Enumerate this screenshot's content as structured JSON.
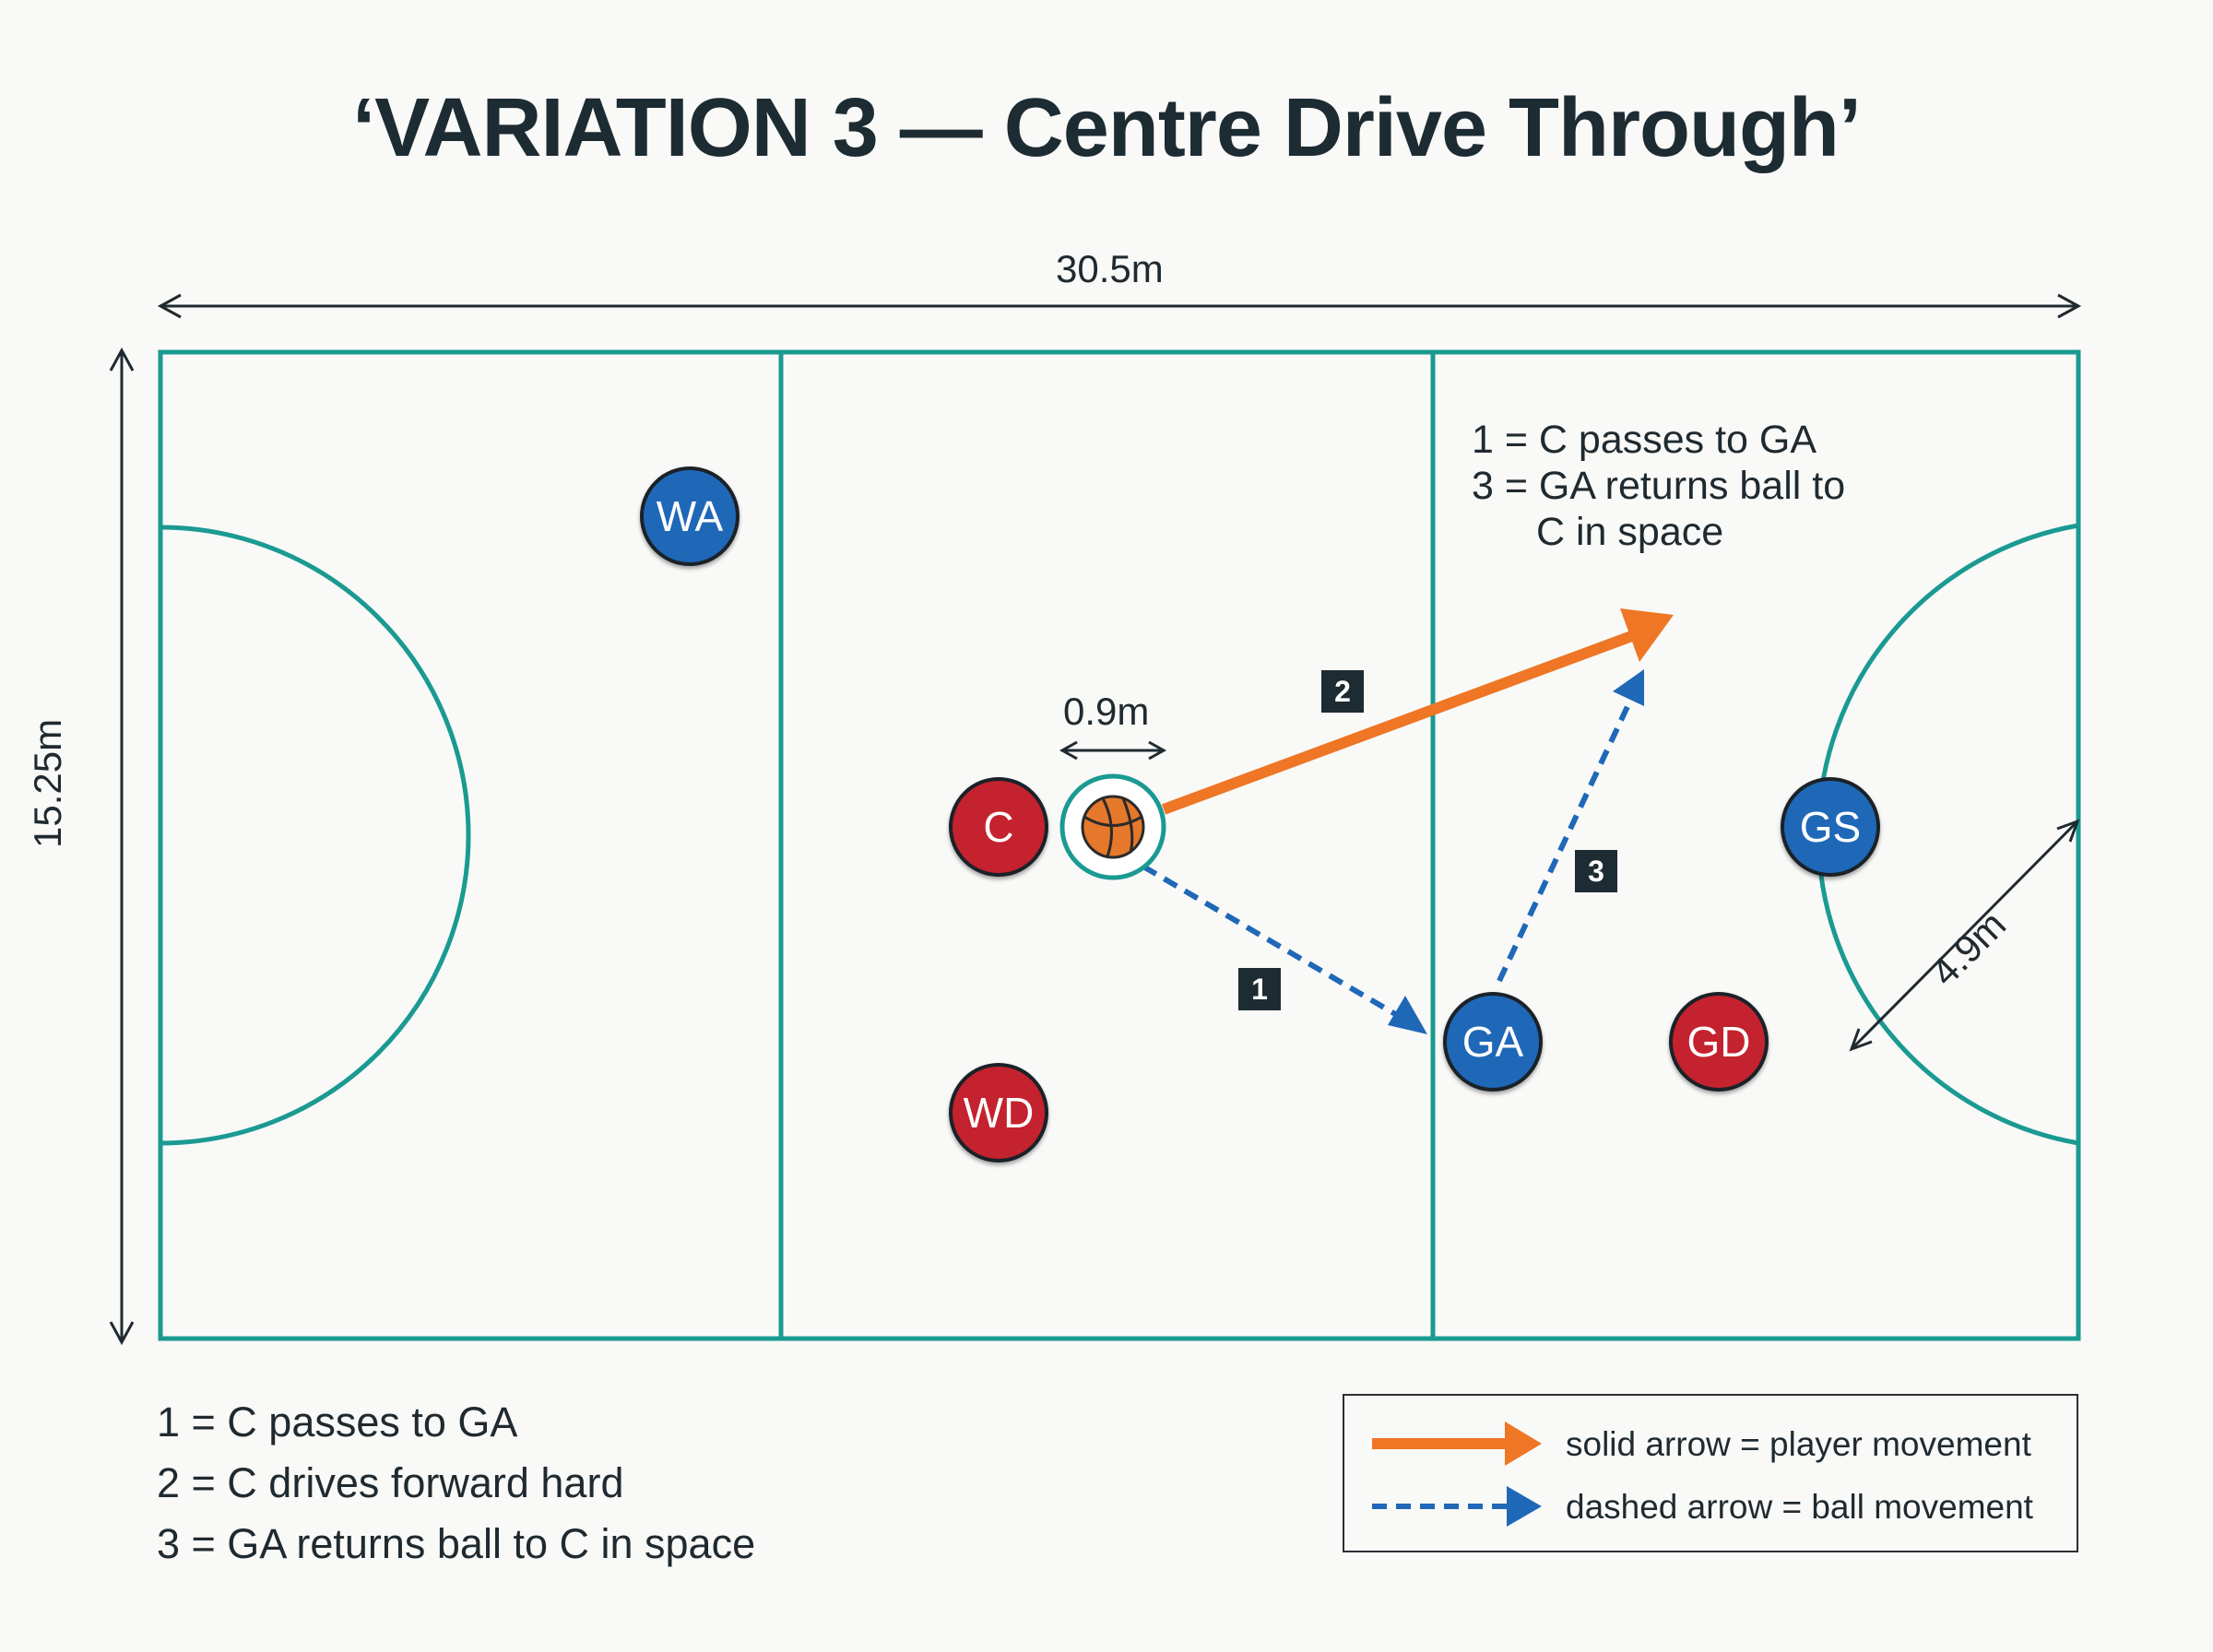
{
  "title": "‘VARIATION 3 — Centre Drive Through’",
  "dimensions": {
    "width": "30.5m",
    "height": "15.25m",
    "centre_circle": "0.9m",
    "shooting_circle_radius": "4.9m"
  },
  "players": {
    "wa": "WA",
    "c": "C",
    "wd": "WD",
    "ga": "GA",
    "gd": "GD",
    "gs": "GS"
  },
  "steps": {
    "one": "1",
    "two": "2",
    "three": "3"
  },
  "court_annotation": {
    "line1": "1 = C passes to GA",
    "line2": "3 = GA returns ball to",
    "line3": "C in space"
  },
  "bottom_notes": [
    "1 = C passes to GA",
    "2 = C drives forward hard",
    "3 = GA returns ball to C in space"
  ],
  "legend": {
    "solid": "solid arrow = player movement",
    "dashed": "dashed arrow = ball movement"
  },
  "colors": {
    "court_lines": "#1a9a92",
    "player_movement": "#ee7624",
    "ball_movement": "#1f68b8",
    "team_blue": "#1f68b8",
    "team_red": "#c4222e"
  }
}
